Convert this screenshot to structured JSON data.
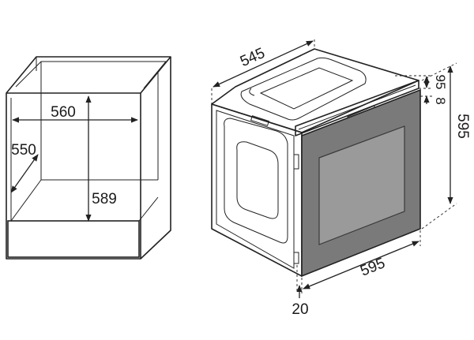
{
  "cabinet": {
    "width_label": "560",
    "depth_label": "550",
    "height_label": "589"
  },
  "oven": {
    "depth_label": "545",
    "top_offset_label": "95",
    "gap_label": "8",
    "height_label": "595",
    "width_label": "595",
    "frame_label": "20"
  },
  "colors": {
    "line": "#222222",
    "panel_gray": "#7a7a7a",
    "window_gray": "#9a9a9a",
    "plinth_gray": "#bdbdbd"
  }
}
